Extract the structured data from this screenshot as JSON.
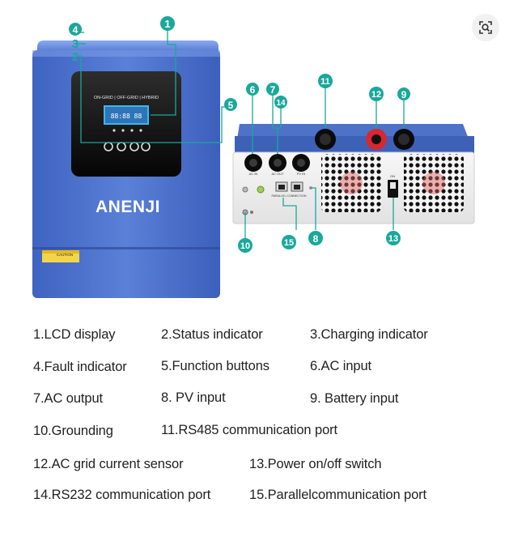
{
  "device": {
    "mode_text": "ON-GRID | OFF-GRID | HYBRID",
    "brand": "ANENJI",
    "caution": "CAUTION"
  },
  "ports": {
    "ac_in": "AC IN",
    "ac_out": "AC OUT",
    "pv_in": "PV IN",
    "parallel": "PARALLEL CONNECTION",
    "switch": "ON"
  },
  "callouts": [
    "1",
    "2",
    "3",
    "4",
    "5",
    "6",
    "7",
    "8",
    "9",
    "10",
    "11",
    "12",
    "13",
    "14",
    "15"
  ],
  "legend": [
    "1.LCD display",
    "2.Status indicator",
    "3.Charging indicator",
    "4.Fault indicator",
    "5.Function buttons",
    "6.AC input",
    "7.AC output",
    "8. PV input",
    "9. Battery input",
    "10.Grounding",
    "11.RS485 communication port",
    "12.AC grid current sensor",
    "13.Power on/off switch",
    "14.RS232 communication port",
    "15.Parallelcommunication port"
  ],
  "colors": {
    "callout": "#1aa89a",
    "panel_blue": "#4a6fc9",
    "panel_light": "#6a8ee0",
    "battery_red": "#d8272f"
  },
  "zoom_icon": "zoom-search-icon"
}
